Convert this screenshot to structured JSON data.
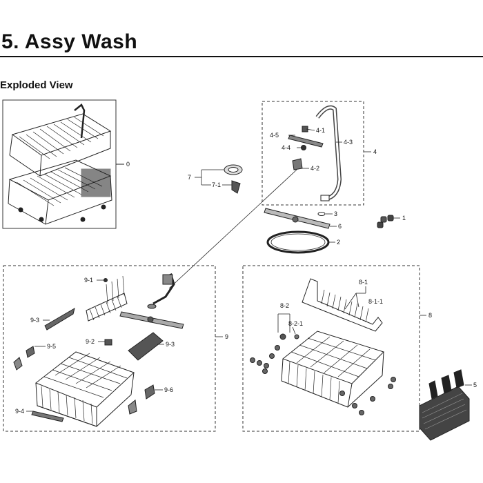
{
  "page": {
    "title": "5. Assy Wash",
    "subtitle": "Exploded View"
  },
  "callouts": {
    "c0": "0",
    "c1": "1",
    "c2": "2",
    "c3": "3",
    "c4": "4",
    "c4_1": "4-1",
    "c4_2": "4-2",
    "c4_3": "4-3",
    "c4_4": "4-4",
    "c4_5": "4-5",
    "c5": "5",
    "c6": "6",
    "c7": "7",
    "c7_1": "7-1",
    "c8": "8",
    "c8_1": "8-1",
    "c8_1_1": "8-1-1",
    "c8_2": "8-2",
    "c8_2_1": "8-2-1",
    "c9": "9",
    "c9_1": "9-1",
    "c9_2": "9-2",
    "c9_3a": "9-3",
    "c9_3b": "9-3",
    "c9_4": "9-4",
    "c9_5": "9-5",
    "c9_6": "9-6"
  }
}
